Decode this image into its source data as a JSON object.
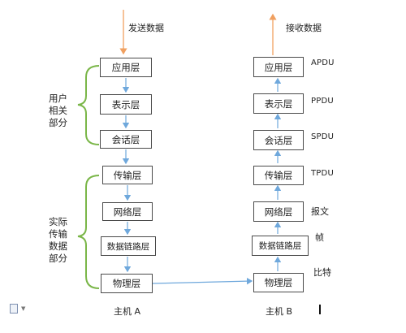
{
  "top_labels": {
    "send": "发送数据",
    "receive": "接收数据"
  },
  "host_a": {
    "label": "主机 A",
    "layers": [
      "应用层",
      "表示层",
      "会话层",
      "传输层",
      "网络层",
      "数据链路层",
      "物理层"
    ]
  },
  "host_b": {
    "label": "主机 B",
    "layers": [
      "应用层",
      "表示层",
      "会话层",
      "传输层",
      "网络层",
      "数据链路层",
      "物理层"
    ],
    "units": [
      "APDU",
      "PPDU",
      "SPDU",
      "TPDU",
      "报文",
      "帧",
      "比特"
    ]
  },
  "groups": {
    "user": [
      "用户",
      "相关",
      "部分"
    ],
    "transport": [
      "实际",
      "传输",
      "数据",
      "部分"
    ]
  },
  "colors": {
    "orange_arrow": "#f0a060",
    "blue_arrow": "#6fa8dc",
    "bracket_green": "#7ab648",
    "box_border": "#4a4a4a"
  }
}
